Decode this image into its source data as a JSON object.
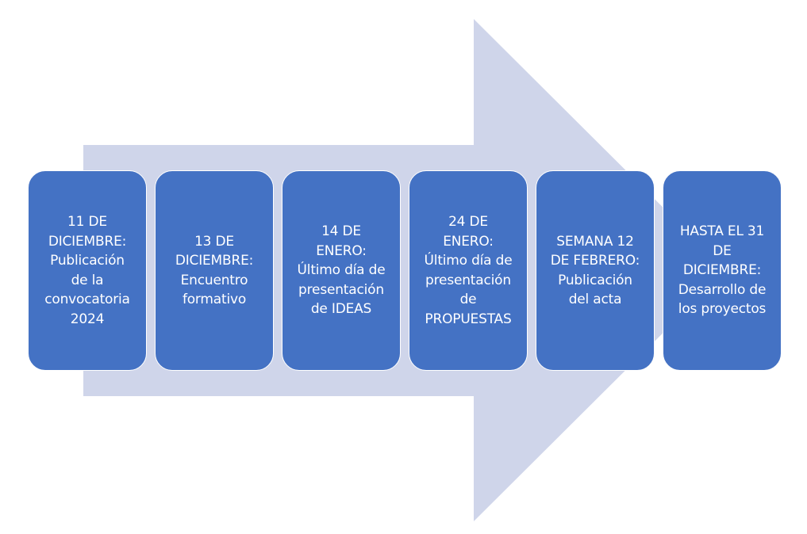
{
  "diagram": {
    "type": "process-timeline",
    "colors": {
      "box_fill": "#4472C4",
      "box_text": "#FFFFFF",
      "arrow_fill": "#CFD5EA",
      "background": "#FFFFFF"
    },
    "steps": [
      {
        "label": "11 DE\nDICIEMBRE:\nPublicación\nde la\nconvocatoria\n2024"
      },
      {
        "label": "13 DE\nDICIEMBRE:\nEncuentro\nformativo"
      },
      {
        "label": "14 DE\nENERO:\nÚltimo día de\npresentación\nde IDEAS"
      },
      {
        "label": "24 DE\nENERO:\nÚltimo día de\npresentación\nde\nPROPUESTAS"
      },
      {
        "label": "SEMANA 12\nDE FEBRERO:\nPublicación\ndel acta"
      },
      {
        "label": "HASTA EL 31\nDE\nDICIEMBRE:\nDesarrollo de\nlos proyectos"
      }
    ]
  }
}
